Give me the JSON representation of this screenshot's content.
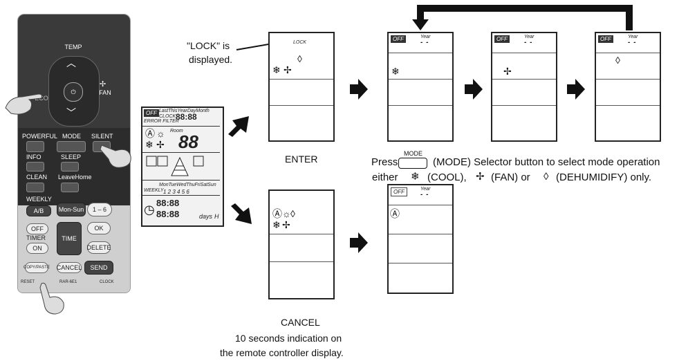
{
  "remote": {
    "temp": "TEMP",
    "fan": "FAN",
    "eco": "ECO",
    "powerful": "POWERFUL",
    "mode": "MODE",
    "silent": "SILENT",
    "info": "INFO",
    "sleep": "SLEEP",
    "clean": "CLEAN",
    "leave_home": "LeaveHome",
    "weekly": "WEEKLY",
    "ab": "A/B",
    "mon_sun": "Mon-Sun",
    "one_six": "1 – 6",
    "off": "OFF",
    "timer": "TIMER",
    "on": "ON",
    "time": "TIME",
    "ok": "OK",
    "delete": "DELETE",
    "copy_paste": "COPY/PASTE",
    "cancel": "CANCEL",
    "send": "SEND",
    "reset": "RESET",
    "model": "RAR-6E1",
    "clock": "CLOCK"
  },
  "lcd": {
    "off": "OFF",
    "days_header": "LastThisYearDayMonth",
    "clock": "CLOCK",
    "error_filter": "ERROR FILTER",
    "room": "Room",
    "week": "MonTueWedThuFriSatSun",
    "weekly": "WEEKLY",
    "numbers": "1 2 3 4 5 6",
    "days": "days",
    "h": "H",
    "digits": "88:88"
  },
  "callout": {
    "lock_line1": "\"LOCK\" is",
    "lock_line2": "displayed.",
    "lock_tag": "LOCK"
  },
  "screens": {
    "year": "Year",
    "off": "OFF",
    "dash": "- -"
  },
  "labels": {
    "enter": "ENTER",
    "cancel": "CANCEL",
    "cancel_note_1": "10 seconds indication on",
    "cancel_note_2": "the remote controller display.",
    "press": "Press",
    "mode_btn": "MODE",
    "mode_text": "(MODE) Selector button to select mode operation",
    "either": "either",
    "cool": "(COOL),",
    "fan": "(FAN) or",
    "dehumidify": "(DEHUMIDIFY)  only."
  },
  "icons": {
    "snowflake": "❄",
    "fan": "✢",
    "drop": "◊",
    "auto": "Ⓐ",
    "sun": "☼"
  }
}
